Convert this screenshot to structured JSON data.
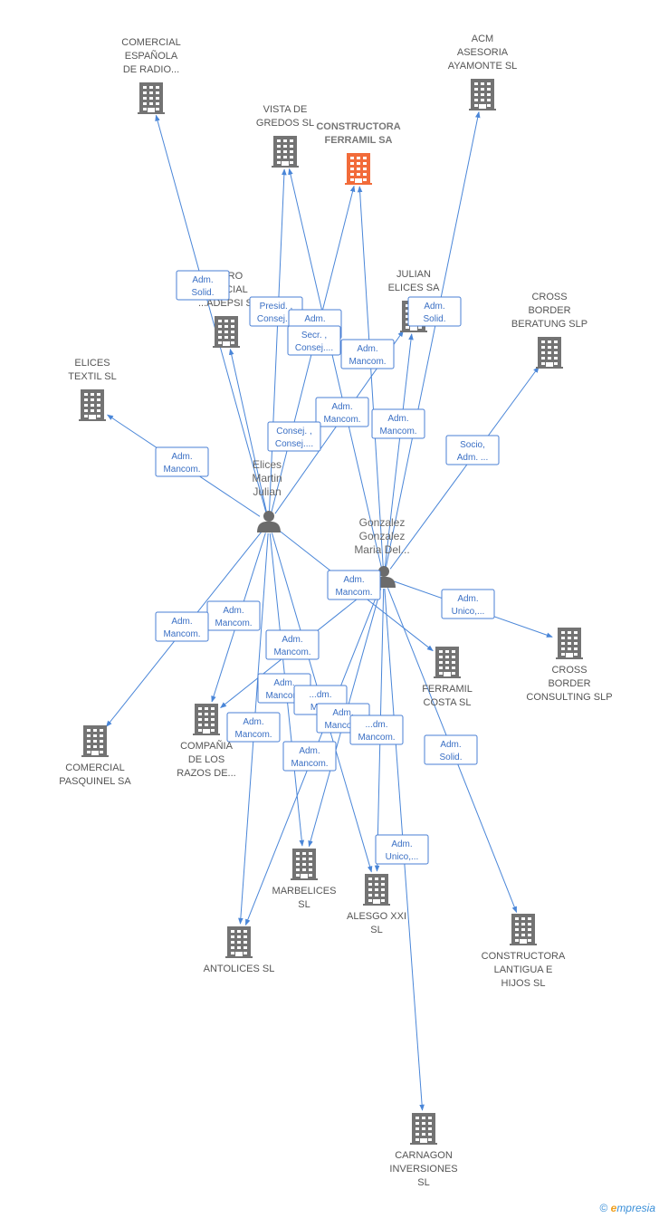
{
  "colors": {
    "building": "#737373",
    "building_main": "#f26b3a",
    "person": "#6b6b6b",
    "edge": "#4a86d8",
    "box_border": "#4a7fd4",
    "box_text": "#3a6fc4"
  },
  "companies": [
    {
      "id": "comercial_espanola",
      "lines": [
        "COMERCIAL",
        "ESPAÑOLA",
        "DE RADIO..."
      ],
      "icon": "building-icon"
    },
    {
      "id": "acm_asesoria",
      "lines": [
        "ACM",
        "ASESORIA",
        "AYAMONTE SL"
      ],
      "icon": "building-icon"
    },
    {
      "id": "vista_de_gredos",
      "lines": [
        "VISTA DE",
        "GREDOS SL"
      ],
      "icon": "building-icon"
    },
    {
      "id": "constructora_ferramil",
      "lines": [
        "CONSTRUCTORA",
        "FERRAMIL SA"
      ],
      "icon": "building-icon",
      "main": true
    },
    {
      "id": "centro_oficial",
      "lines": [
        "...TRO",
        "...FICIAL",
        "...ADEPSI SL"
      ],
      "icon": "building-icon"
    },
    {
      "id": "julian_elices",
      "lines": [
        "JULIAN",
        "ELICES SA"
      ],
      "icon": "building-icon"
    },
    {
      "id": "cross_border_beratung",
      "lines": [
        "CROSS",
        "BORDER",
        "BERATUNG SLP"
      ],
      "icon": "building-icon"
    },
    {
      "id": "elices_textil",
      "lines": [
        "ELICES",
        "TEXTIL SL"
      ],
      "icon": "building-icon"
    },
    {
      "id": "cross_border_consulting",
      "lines": [
        "CROSS",
        "BORDER",
        "CONSULTING SLP"
      ],
      "icon": "building-icon"
    },
    {
      "id": "ferramil_costa",
      "lines": [
        "FERRAMIL",
        "COSTA SL"
      ],
      "icon": "building-icon"
    },
    {
      "id": "comercial_pasquinel",
      "lines": [
        "COMERCIAL",
        "PASQUINEL SA"
      ],
      "icon": "building-icon"
    },
    {
      "id": "compania_razos",
      "lines": [
        "COMPAÑIA",
        "DE LOS",
        "RAZOS DE..."
      ],
      "icon": "building-icon"
    },
    {
      "id": "marbelices",
      "lines": [
        "MARBELICES",
        "SL"
      ],
      "icon": "building-icon"
    },
    {
      "id": "alesgo_xxi",
      "lines": [
        "ALESGO XXI",
        "SL"
      ],
      "icon": "building-icon"
    },
    {
      "id": "antolices",
      "lines": [
        "ANTOLICES SL"
      ],
      "icon": "building-icon"
    },
    {
      "id": "constructora_lantigua",
      "lines": [
        "CONSTRUCTORA",
        "LANTIGUA E",
        "HIJOS SL"
      ],
      "icon": "building-icon"
    },
    {
      "id": "carnagon",
      "lines": [
        "CARNAGON",
        "INVERSIONES",
        "SL"
      ],
      "icon": "building-icon"
    }
  ],
  "persons": [
    {
      "id": "elices_martin",
      "lines": [
        "Elices",
        "Martin",
        "Julian"
      ],
      "icon": "person-icon"
    },
    {
      "id": "gonzalez_gonzalez",
      "lines": [
        "Gonzalez",
        "Gonzalez",
        "Maria Del..."
      ],
      "icon": "person-icon"
    }
  ],
  "relations": [
    {
      "from": "elices_martin",
      "to": "comercial_espanola"
    },
    {
      "from": "elices_martin",
      "to": "vista_de_gredos"
    },
    {
      "from": "elices_martin",
      "to": "constructora_ferramil"
    },
    {
      "from": "elices_martin",
      "to": "centro_oficial"
    },
    {
      "from": "elices_martin",
      "to": "julian_elices"
    },
    {
      "from": "elices_martin",
      "to": "elices_textil"
    },
    {
      "from": "elices_martin",
      "to": "comercial_pasquinel"
    },
    {
      "from": "elices_martin",
      "to": "compania_razos"
    },
    {
      "from": "elices_martin",
      "to": "marbelices"
    },
    {
      "from": "elices_martin",
      "to": "alesgo_xxi"
    },
    {
      "from": "elices_martin",
      "to": "antolices"
    },
    {
      "from": "elices_martin",
      "to": "ferramil_costa"
    },
    {
      "from": "gonzalez_gonzalez",
      "to": "acm_asesoria"
    },
    {
      "from": "gonzalez_gonzalez",
      "to": "vista_de_gredos"
    },
    {
      "from": "gonzalez_gonzalez",
      "to": "constructora_ferramil"
    },
    {
      "from": "gonzalez_gonzalez",
      "to": "julian_elices"
    },
    {
      "from": "gonzalez_gonzalez",
      "to": "cross_border_beratung"
    },
    {
      "from": "gonzalez_gonzalez",
      "to": "cross_border_consulting"
    },
    {
      "from": "gonzalez_gonzalez",
      "to": "compania_razos"
    },
    {
      "from": "gonzalez_gonzalez",
      "to": "marbelices"
    },
    {
      "from": "gonzalez_gonzalez",
      "to": "alesgo_xxi"
    },
    {
      "from": "gonzalez_gonzalez",
      "to": "antolices"
    },
    {
      "from": "gonzalez_gonzalez",
      "to": "constructora_lantigua"
    },
    {
      "from": "gonzalez_gonzalez",
      "to": "carnagon"
    }
  ],
  "role_boxes": [
    {
      "lines": [
        "Adm.",
        "Solid."
      ]
    },
    {
      "lines": [
        "Presid. ,",
        "Consej...."
      ]
    },
    {
      "lines": [
        "Adm.",
        "M..."
      ]
    },
    {
      "lines": [
        "Secr. ,",
        "Consej...."
      ]
    },
    {
      "lines": [
        "Adm.",
        "Mancom."
      ]
    },
    {
      "lines": [
        "Adm.",
        "Solid."
      ]
    },
    {
      "lines": [
        "Adm.",
        "Mancom."
      ]
    },
    {
      "lines": [
        "Adm.",
        "Mancom."
      ]
    },
    {
      "lines": [
        "Consej. ,",
        "Consej...."
      ]
    },
    {
      "lines": [
        "Socio,",
        "Adm. ..."
      ]
    },
    {
      "lines": [
        "Adm.",
        "Mancom."
      ]
    },
    {
      "lines": [
        "Adm.",
        "Mancom."
      ]
    },
    {
      "lines": [
        "Adm.",
        "Unico,..."
      ]
    },
    {
      "lines": [
        "Adm.",
        "Mancom."
      ]
    },
    {
      "lines": [
        "Adm.",
        "Mancom."
      ]
    },
    {
      "lines": [
        "Adm.",
        "Mancom."
      ]
    },
    {
      "lines": [
        "Adm.",
        "Mancom."
      ]
    },
    {
      "lines": [
        "Adm.",
        "Mancom."
      ]
    },
    {
      "lines": [
        "...dm.",
        "Ma..."
      ]
    },
    {
      "lines": [
        "Adm.",
        "Mancom."
      ]
    },
    {
      "lines": [
        "...dm.",
        "Mancom."
      ]
    },
    {
      "lines": [
        "Adm.",
        "Mancom."
      ]
    },
    {
      "lines": [
        "Adm.",
        "Solid."
      ]
    },
    {
      "lines": [
        "Adm.",
        "Unico,..."
      ]
    }
  ],
  "brand": {
    "copyright": "©",
    "e": "e",
    "rest": "mpresia"
  }
}
